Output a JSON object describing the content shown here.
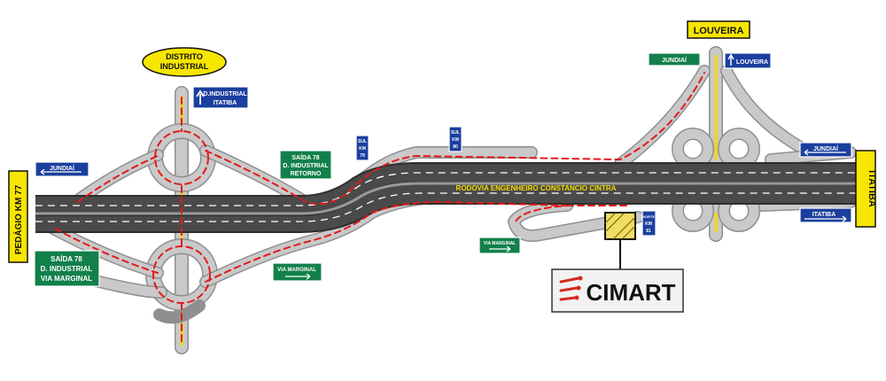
{
  "highway": {
    "name": "RODOVIA ENGENHEIRO CONSTANCIO CINTRA"
  },
  "places": {
    "distrito_industrial": [
      "DISTRITO",
      "INDUSTRIAL"
    ],
    "louveira": "LOUVEIRA",
    "itatiba": "ITATIBA",
    "pedagio": "PEDÁGIO KM 77"
  },
  "signs": {
    "d_industrial_itatiba": [
      "D.INDUSTRIAL",
      "ITATIBA"
    ],
    "jundiai_west": "JUNDIAÍ",
    "saida78_retorno": [
      "SAÍDA 78",
      "D. INDUSTRIAL",
      "RETORNO"
    ],
    "saida78_via_marginal": [
      "SAÍDA 78",
      "D. INDUSTRIAL",
      "VIA MARGINAL"
    ],
    "via_marginal_left": "VIA MARGINAL",
    "via_marginal_right": "VIA MARGINAL",
    "sul_km79": [
      "SUL",
      "KM",
      "79"
    ],
    "sul_km80": [
      "SUL",
      "KM",
      "80"
    ],
    "norte_km81": [
      "NORTE",
      "KM",
      "81"
    ],
    "jundiai_top": "JUNDIAÍ",
    "louveira_arrow": "LOUVEIRA",
    "jundiai_east": "JUNDIAÍ",
    "itatiba_east": "ITATIBA"
  },
  "brand": {
    "name": "CIMART"
  },
  "colors": {
    "sign_green": "#12804a",
    "sign_blue": "#1b3f9e",
    "sign_yellow": "#f7e600",
    "route_red": "#e21a1a",
    "road_dark": "#3a3a3a",
    "road_light": "#c9c9c9"
  }
}
